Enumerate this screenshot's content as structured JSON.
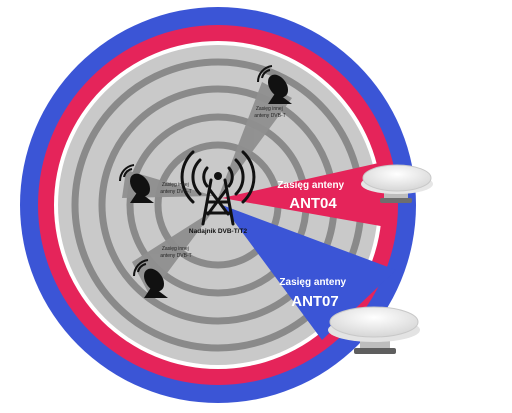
{
  "transmitter": {
    "label": "Nadajnik DVB-T/T2"
  },
  "small_antennas": [
    {
      "label_line1": "Zasięg innej",
      "label_line2": "anteny DVB-T"
    },
    {
      "label_line1": "Zasięg innej",
      "label_line2": "anteny DVB-T"
    },
    {
      "label_line1": "Zasięg innej",
      "label_line2": "anteny DVB-T"
    }
  ],
  "zones": {
    "ant04": {
      "line1": "Zasięg anteny",
      "line2": "ANT04"
    },
    "ant07": {
      "line1": "Zasięg anteny",
      "line2": "ANT07"
    }
  },
  "colors": {
    "outer_ring": "#3b55d6",
    "mid_ring": "#e5245a",
    "inner_disc": "#c9c9c9",
    "rings": "#8a8a8a",
    "wedge": "#8f8f8f",
    "text_white": "#ffffff",
    "dark": "#111111"
  }
}
